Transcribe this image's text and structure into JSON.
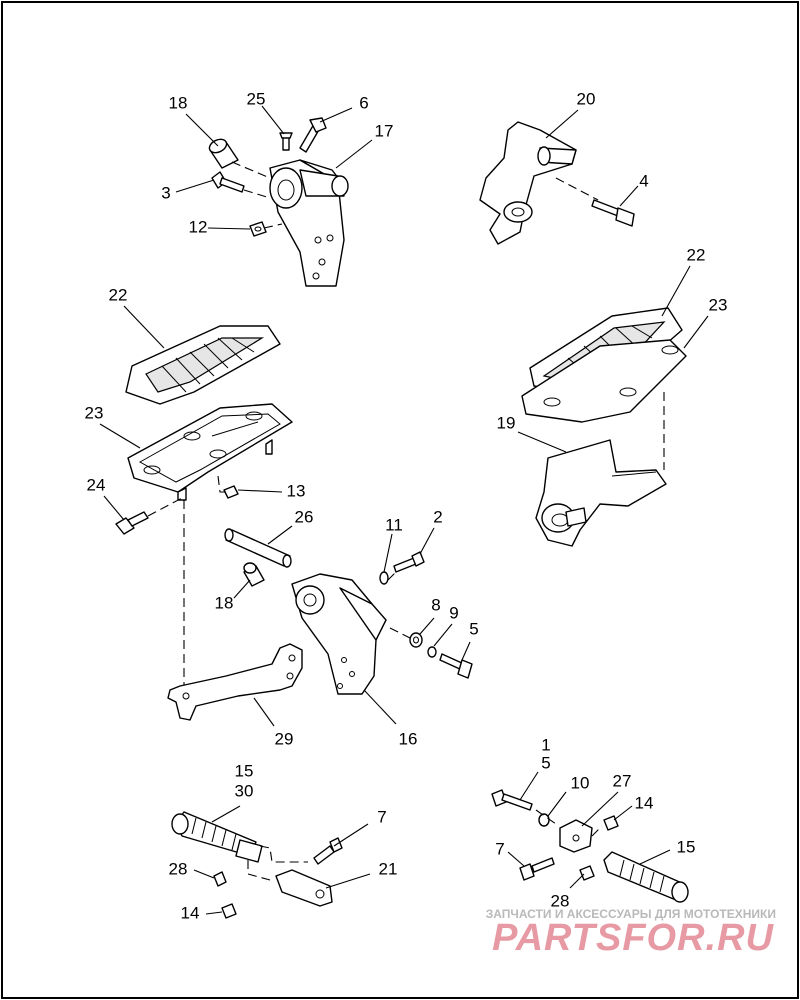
{
  "watermark": {
    "tagline": "ЗАПЧАСТИ И АКСЕССУАРЫ ДЛЯ МОТОТЕХНИКИ",
    "logo": "PARTSFOR.RU"
  },
  "callouts": [
    {
      "id": "c18a",
      "text": "18"
    },
    {
      "id": "c25",
      "text": "25"
    },
    {
      "id": "c6",
      "text": "6"
    },
    {
      "id": "c17",
      "text": "17"
    },
    {
      "id": "c3",
      "text": "3"
    },
    {
      "id": "c12",
      "text": "12"
    },
    {
      "id": "c20",
      "text": "20"
    },
    {
      "id": "c4",
      "text": "4"
    },
    {
      "id": "c22a",
      "text": "22"
    },
    {
      "id": "c22b",
      "text": "22"
    },
    {
      "id": "c23a",
      "text": "23"
    },
    {
      "id": "c23b",
      "text": "23"
    },
    {
      "id": "c19",
      "text": "19"
    },
    {
      "id": "c24",
      "text": "24"
    },
    {
      "id": "c13",
      "text": "13"
    },
    {
      "id": "c26",
      "text": "26"
    },
    {
      "id": "c11",
      "text": "11"
    },
    {
      "id": "c2",
      "text": "2"
    },
    {
      "id": "c18b",
      "text": "18"
    },
    {
      "id": "c8",
      "text": "8"
    },
    {
      "id": "c9",
      "text": "9"
    },
    {
      "id": "c5a",
      "text": "5"
    },
    {
      "id": "c29",
      "text": "29"
    },
    {
      "id": "c16",
      "text": "16"
    },
    {
      "id": "c15a",
      "text": "15"
    },
    {
      "id": "c30",
      "text": "30"
    },
    {
      "id": "c7a",
      "text": "7"
    },
    {
      "id": "c28a",
      "text": "28"
    },
    {
      "id": "c21",
      "text": "21"
    },
    {
      "id": "c14a",
      "text": "14"
    },
    {
      "id": "c1",
      "text": "1"
    },
    {
      "id": "c5b",
      "text": "5"
    },
    {
      "id": "c10",
      "text": "10"
    },
    {
      "id": "c27",
      "text": "27"
    },
    {
      "id": "c14b",
      "text": "14"
    },
    {
      "id": "c7b",
      "text": "7"
    },
    {
      "id": "c15b",
      "text": "15"
    },
    {
      "id": "c28b",
      "text": "28"
    }
  ]
}
